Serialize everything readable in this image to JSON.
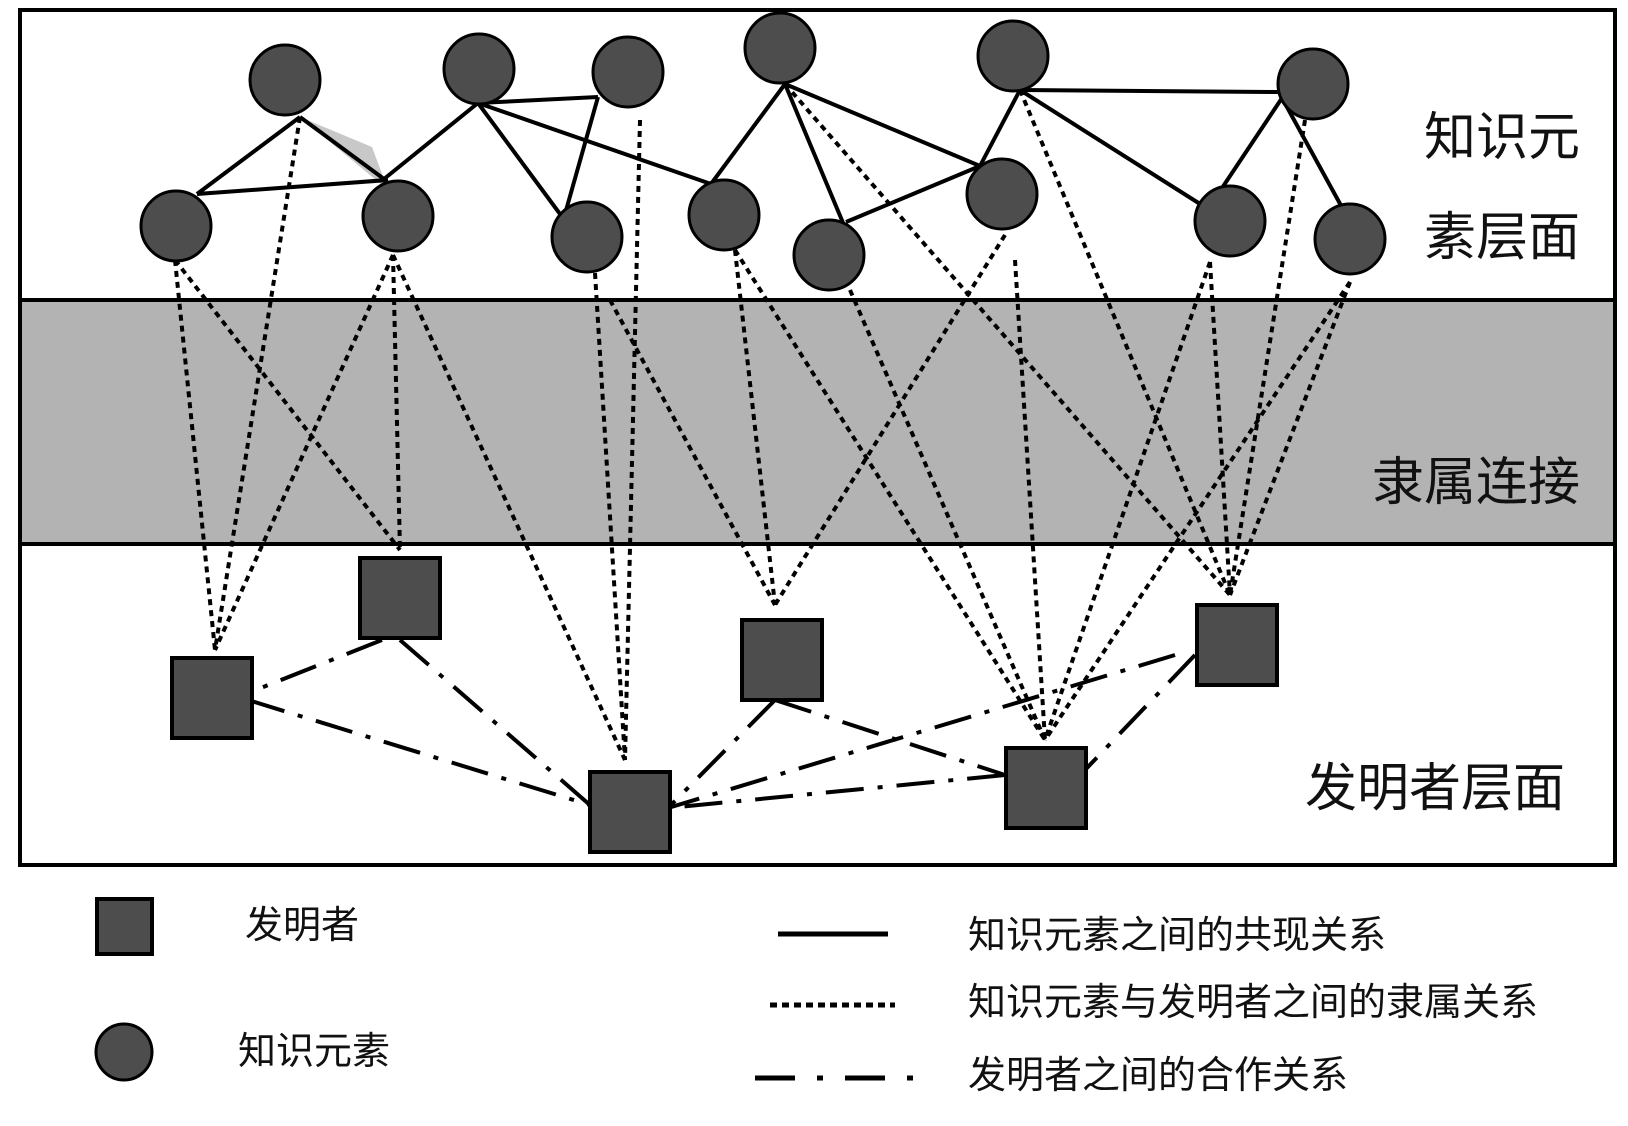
{
  "layers": {
    "knowledge": [
      "知识元",
      "素层面"
    ],
    "affiliation": "隶属连接",
    "inventor": "发明者层面"
  },
  "legend": {
    "inventor": "发明者",
    "knowledge_element": "知识元素",
    "cooccurrence": "知识元素之间的共现关系",
    "affiliation": "知识元素与发明者之间的隶属关系",
    "cooperation": "发明者之间的合作关系"
  },
  "colors": {
    "node_fill": "#4d4d4d",
    "band_fill": "#b3b3b3",
    "line": "#000000"
  }
}
